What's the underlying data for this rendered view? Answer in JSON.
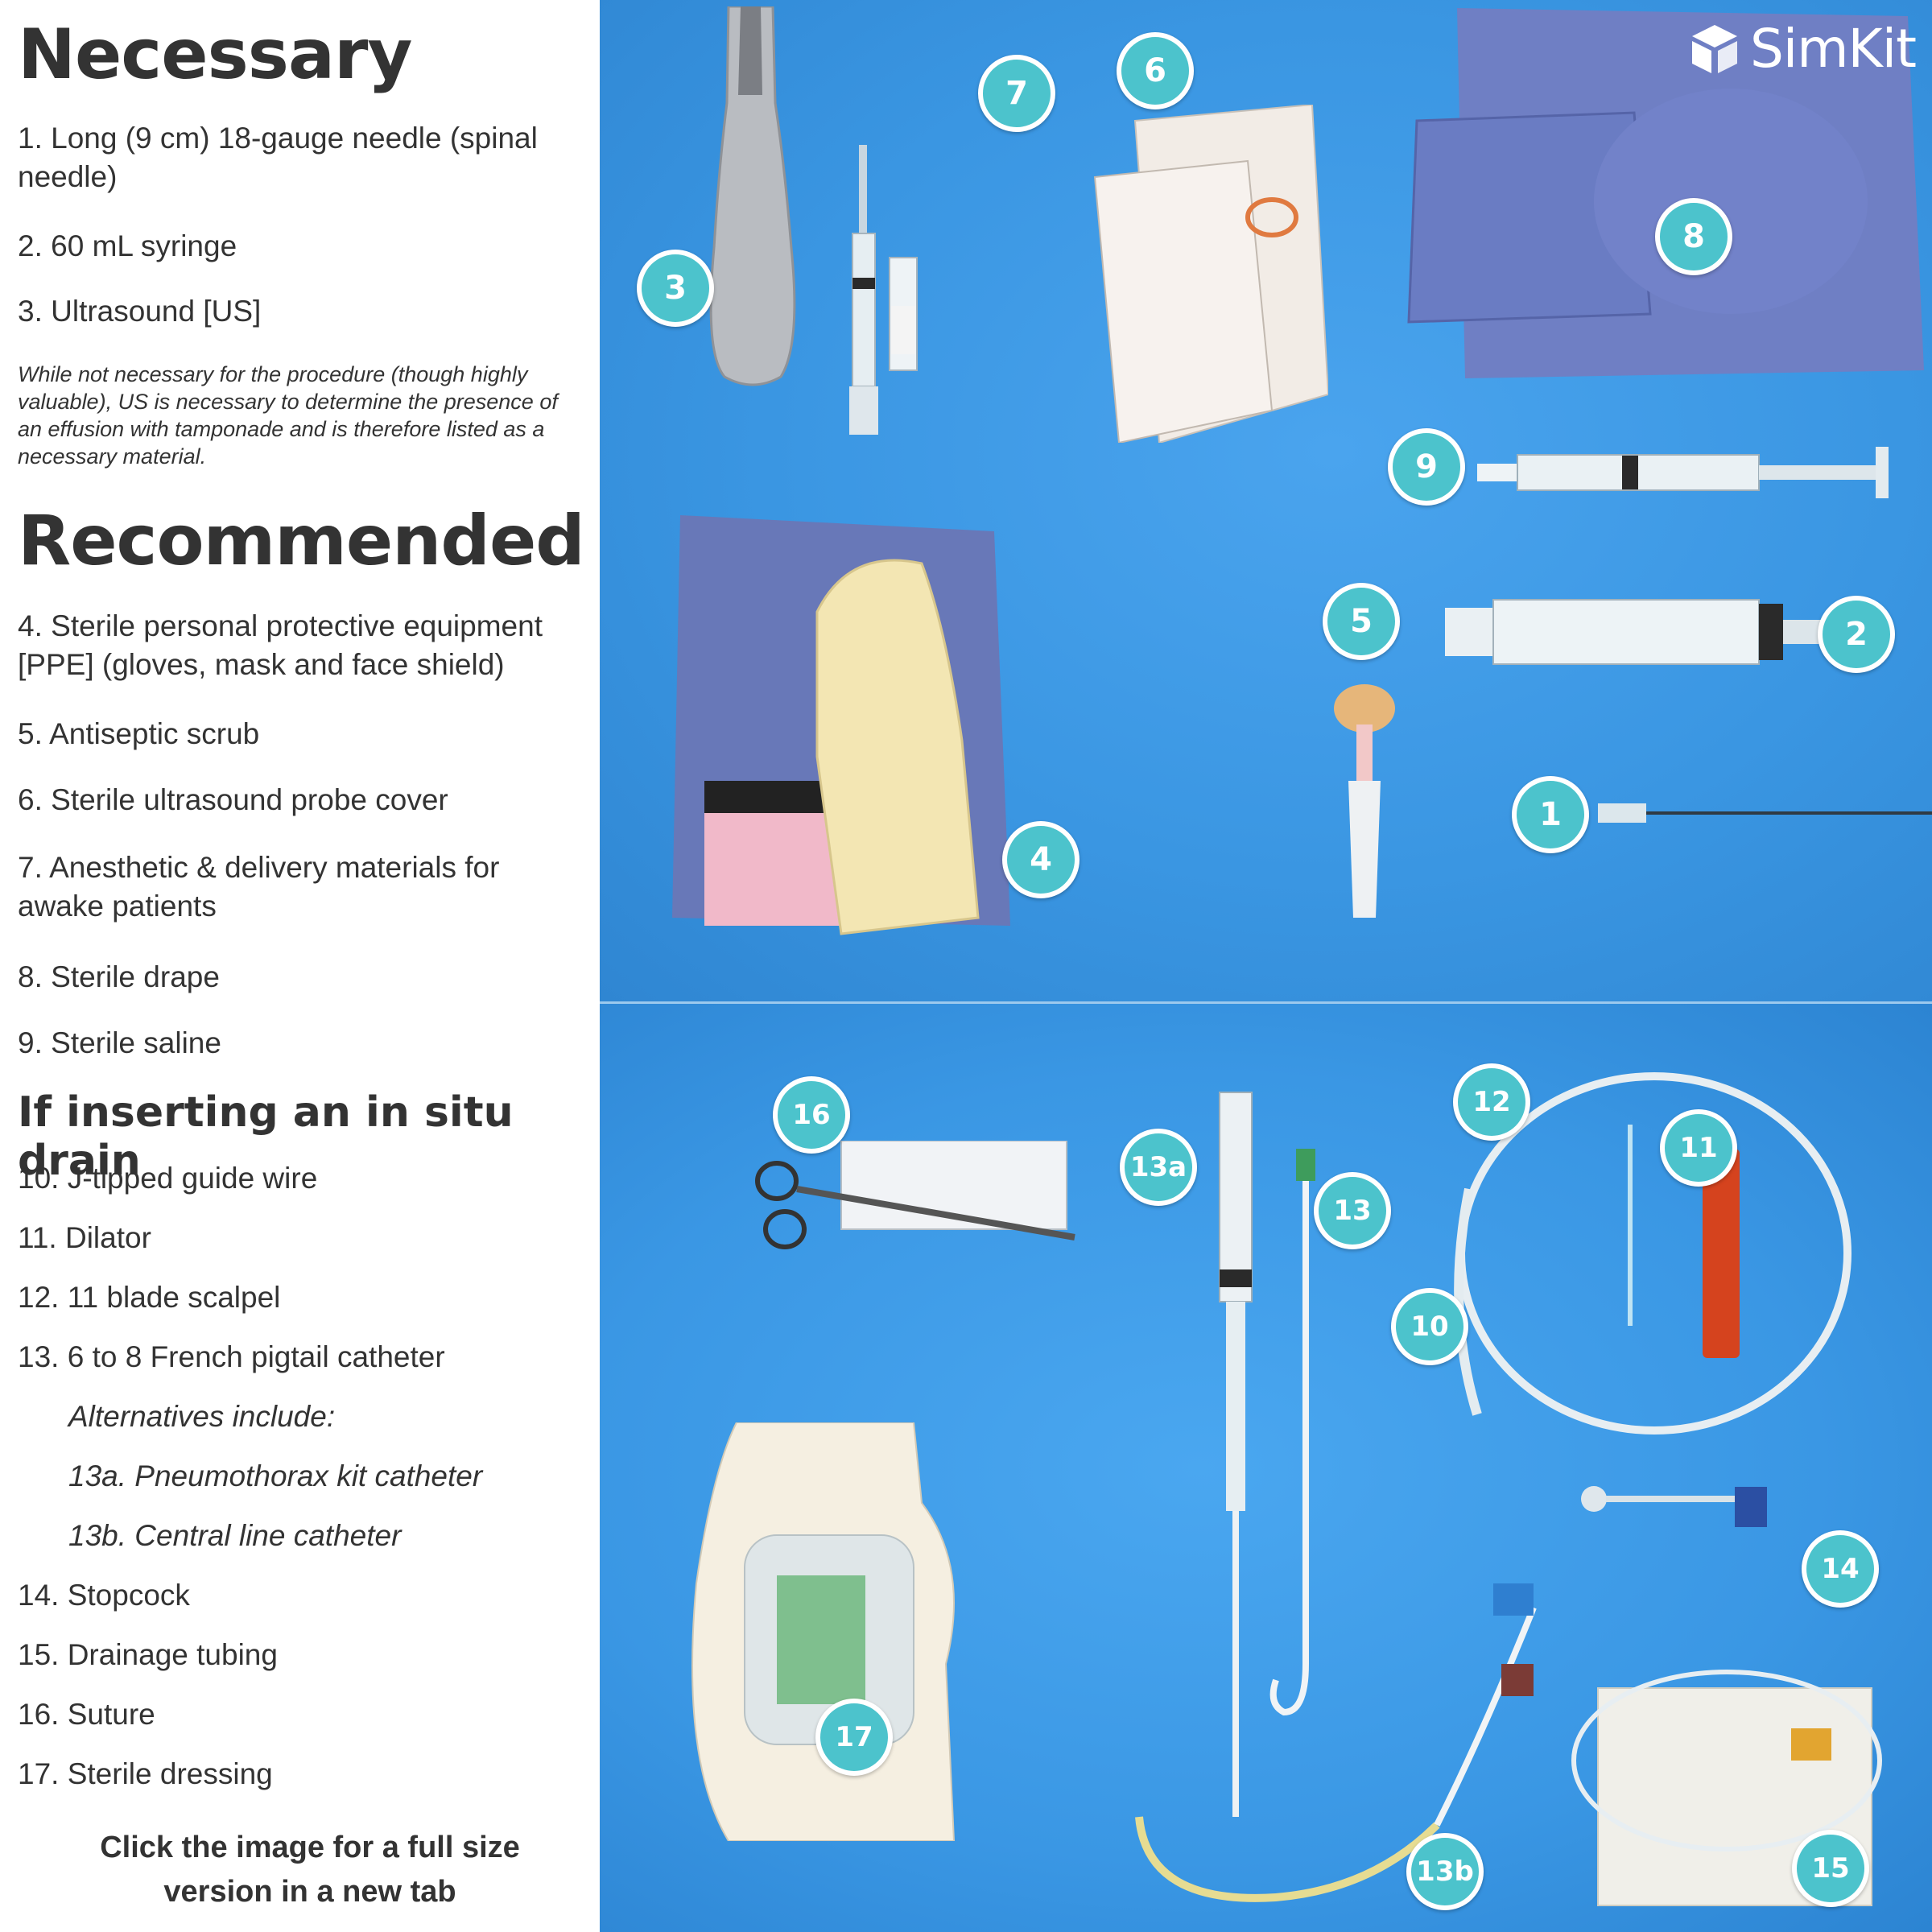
{
  "necessary": {
    "heading": "Necessary",
    "items": [
      "1. Long (9 cm) 18-gauge needle (spinal needle)",
      "2. 60 mL syringe",
      "3. Ultrasound [US]"
    ],
    "note": "While not necessary for the procedure (though highly valuable), US is necessary to determine the presence of an effusion with tamponade and is therefore listed as a necessary material."
  },
  "recommended": {
    "heading": "Recommended",
    "items": [
      "4. Sterile personal protective equipment [PPE] (gloves, mask and face shield)",
      "5. Antiseptic scrub",
      "6. Sterile ultrasound probe cover",
      "7. Anesthetic & delivery materials for awake patients",
      "8. Sterile drape",
      "9. Sterile saline"
    ]
  },
  "drain": {
    "heading": "If inserting an in situ drain",
    "items": [
      "10. J-tipped guide wire",
      "11. Dilator",
      "12. 11 blade scalpel",
      "13. 6 to 8 French pigtail catheter"
    ],
    "alternatives": [
      "Alternatives include:",
      "13a. Pneumothorax kit catheter",
      "13b. Central line catheter"
    ],
    "items_after": [
      "14. Stopcock",
      "15. Drainage tubing",
      "16. Suture",
      "17. Sterile dressing"
    ]
  },
  "footer": {
    "cta": "Click the image for a full size version in a new tab"
  },
  "logo": {
    "text": "SimKit",
    "icon": "simkit-cube-icon"
  },
  "badges": {
    "top": [
      "1",
      "2",
      "3",
      "4",
      "5",
      "6",
      "7",
      "8",
      "9"
    ],
    "bottom": [
      "10",
      "11",
      "12",
      "13",
      "13a",
      "13b",
      "14",
      "15",
      "16",
      "17"
    ]
  },
  "colors": {
    "badge": "#4cc3cc",
    "background_blue": "#3b97e3",
    "heading_text": "#333333"
  }
}
